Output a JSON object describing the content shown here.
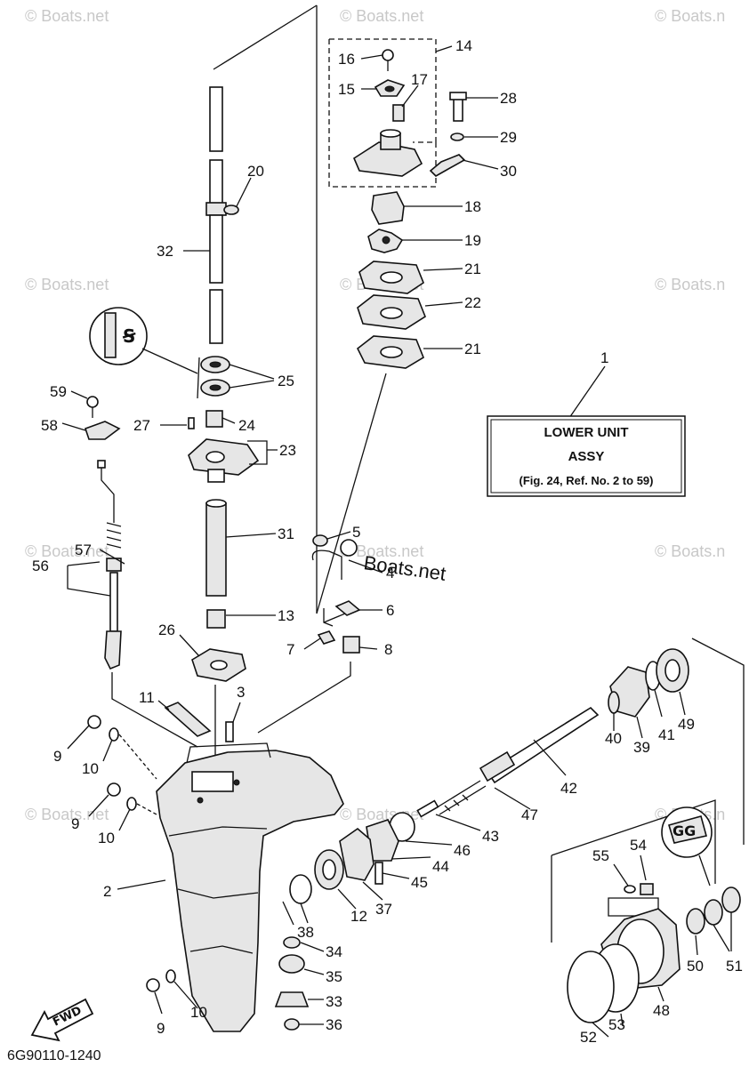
{
  "watermarks": [
    "© Boats.net",
    "© Boats.net",
    "© Boats.n",
    "© Boats.net",
    "© Boats.net",
    "© Boats.n",
    "© Boats.net",
    "© Boats.net",
    "© Boats.n",
    "© Boats.net",
    "© Boats.net",
    "© Boats.n"
  ],
  "center_watermark": "Boats.net",
  "assembly_box": {
    "callout": "1",
    "line1": "LOWER UNIT",
    "line2": "ASSY",
    "line3": "(Fig. 24, Ref. No. 2 to 59)"
  },
  "callouts": [
    "14",
    "16",
    "15",
    "17",
    "28",
    "29",
    "30",
    "18",
    "19",
    "21",
    "22",
    "21",
    "20",
    "32",
    "25",
    "59",
    "58",
    "27",
    "24",
    "23",
    "5",
    "4",
    "6",
    "31",
    "57",
    "56",
    "13",
    "26",
    "7",
    "8",
    "3",
    "11",
    "9",
    "10",
    "9",
    "10",
    "2",
    "40",
    "39",
    "41",
    "49",
    "42",
    "47",
    "43",
    "46",
    "44",
    "45",
    "37",
    "12",
    "38",
    "34",
    "35",
    "33",
    "36",
    "10",
    "9",
    "55",
    "54",
    "50",
    "51",
    "53",
    "48",
    "52"
  ],
  "fwd_label": "FWD",
  "diagram_code": "6G90110-1240"
}
